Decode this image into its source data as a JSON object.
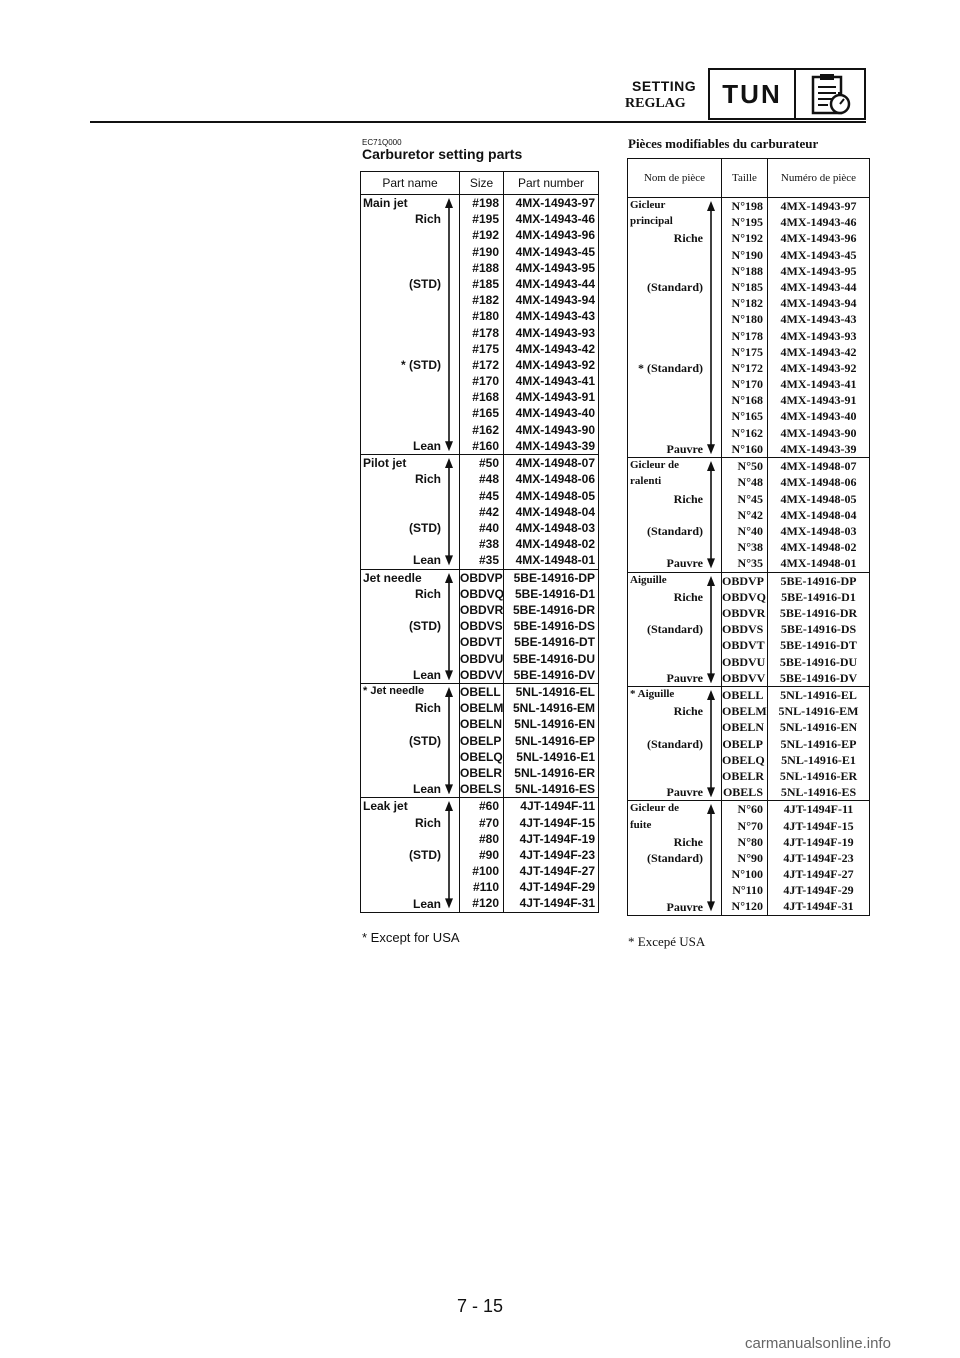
{
  "header": {
    "setting": "SETTING",
    "reglag": "REGLAG",
    "tun": "TUN"
  },
  "section_code": "EC71Q000",
  "title_en": "Carburetor setting parts",
  "title_fr": "Pièces modifiables du carburateur",
  "table_en": {
    "headers": [
      "Part name",
      "Size",
      "Part number"
    ],
    "groups": [
      {
        "name": "Main jet",
        "labels": [
          {
            "row": 1,
            "text": "Rich"
          },
          {
            "row": 5,
            "text": "(STD)"
          },
          {
            "row": 10,
            "text": "* (STD)"
          },
          {
            "row": 15,
            "text": "Lean"
          }
        ],
        "sizes": [
          "#198",
          "#195",
          "#192",
          "#190",
          "#188",
          "#185",
          "#182",
          "#180",
          "#178",
          "#175",
          "#172",
          "#170",
          "#168",
          "#165",
          "#162",
          "#160"
        ],
        "parts": [
          "4MX-14943-97",
          "4MX-14943-46",
          "4MX-14943-96",
          "4MX-14943-45",
          "4MX-14943-95",
          "4MX-14943-44",
          "4MX-14943-94",
          "4MX-14943-43",
          "4MX-14943-93",
          "4MX-14943-42",
          "4MX-14943-92",
          "4MX-14943-41",
          "4MX-14943-91",
          "4MX-14943-40",
          "4MX-14943-90",
          "4MX-14943-39"
        ]
      },
      {
        "name": "Pilot jet",
        "labels": [
          {
            "row": 1,
            "text": "Rich"
          },
          {
            "row": 4,
            "text": "(STD)"
          },
          {
            "row": 6,
            "text": "Lean"
          }
        ],
        "sizes": [
          "#50",
          "#48",
          "#45",
          "#42",
          "#40",
          "#38",
          "#35"
        ],
        "parts": [
          "4MX-14948-07",
          "4MX-14948-06",
          "4MX-14948-05",
          "4MX-14948-04",
          "4MX-14948-03",
          "4MX-14948-02",
          "4MX-14948-01"
        ]
      },
      {
        "name": "Jet needle",
        "labels": [
          {
            "row": 1,
            "text": "Rich"
          },
          {
            "row": 3,
            "text": "(STD)"
          },
          {
            "row": 6,
            "text": "Lean"
          }
        ],
        "sizes": [
          "OBDVP",
          "OBDVQ",
          "OBDVR",
          "OBDVS",
          "OBDVT",
          "OBDVU",
          "OBDVV"
        ],
        "parts": [
          "5BE-14916-DP",
          "5BE-14916-D1",
          "5BE-14916-DR",
          "5BE-14916-DS",
          "5BE-14916-DT",
          "5BE-14916-DU",
          "5BE-14916-DV"
        ]
      },
      {
        "name": "* Jet needle",
        "labels": [
          {
            "row": 1,
            "text": "Rich"
          },
          {
            "row": 3,
            "text": "(STD)"
          },
          {
            "row": 6,
            "text": "Lean"
          }
        ],
        "sizes": [
          "OBELL",
          "OBELM",
          "OBELN",
          "OBELP",
          "OBELQ",
          "OBELR",
          "OBELS"
        ],
        "parts": [
          "5NL-14916-EL",
          "5NL-14916-EM",
          "5NL-14916-EN",
          "5NL-14916-EP",
          "5NL-14916-E1",
          "5NL-14916-ER",
          "5NL-14916-ES"
        ]
      },
      {
        "name": "Leak jet",
        "labels": [
          {
            "row": 1,
            "text": "Rich"
          },
          {
            "row": 3,
            "text": "(STD)"
          },
          {
            "row": 6,
            "text": "Lean"
          }
        ],
        "sizes": [
          "#60",
          "#70",
          "#80",
          "#90",
          "#100",
          "#110",
          "#120"
        ],
        "parts": [
          "4JT-1494F-11",
          "4JT-1494F-15",
          "4JT-1494F-19",
          "4JT-1494F-23",
          "4JT-1494F-27",
          "4JT-1494F-29",
          "4JT-1494F-31"
        ]
      }
    ],
    "footnote": "* Except for USA"
  },
  "table_fr": {
    "headers": [
      "Nom de pièce",
      "Taille",
      "Numéro de pièce"
    ],
    "groups": [
      {
        "name_lines": [
          "Gicleur",
          "principal"
        ],
        "labels": [
          {
            "row": 2,
            "text": "Riche"
          },
          {
            "row": 5,
            "text": "(Standard)"
          },
          {
            "row": 10,
            "text": "* (Standard)"
          },
          {
            "row": 15,
            "text": "Pauvre"
          }
        ],
        "sizes": [
          "N°198",
          "N°195",
          "N°192",
          "N°190",
          "N°188",
          "N°185",
          "N°182",
          "N°180",
          "N°178",
          "N°175",
          "N°172",
          "N°170",
          "N°168",
          "N°165",
          "N°162",
          "N°160"
        ],
        "parts": [
          "4MX-14943-97",
          "4MX-14943-46",
          "4MX-14943-96",
          "4MX-14943-45",
          "4MX-14943-95",
          "4MX-14943-44",
          "4MX-14943-94",
          "4MX-14943-43",
          "4MX-14943-93",
          "4MX-14943-42",
          "4MX-14943-92",
          "4MX-14943-41",
          "4MX-14943-91",
          "4MX-14943-40",
          "4MX-14943-90",
          "4MX-14943-39"
        ]
      },
      {
        "name_lines": [
          "Gicleur de",
          "ralenti"
        ],
        "labels": [
          {
            "row": 2,
            "text": "Riche"
          },
          {
            "row": 4,
            "text": "(Standard)"
          },
          {
            "row": 6,
            "text": "Pauvre"
          }
        ],
        "sizes": [
          "N°50",
          "N°48",
          "N°45",
          "N°42",
          "N°40",
          "N°38",
          "N°35"
        ],
        "parts": [
          "4MX-14948-07",
          "4MX-14948-06",
          "4MX-14948-05",
          "4MX-14948-04",
          "4MX-14948-03",
          "4MX-14948-02",
          "4MX-14948-01"
        ]
      },
      {
        "name_lines": [
          "Aiguille"
        ],
        "labels": [
          {
            "row": 1,
            "text": "Riche"
          },
          {
            "row": 3,
            "text": "(Standard)"
          },
          {
            "row": 6,
            "text": "Pauvre"
          }
        ],
        "sizes": [
          "OBDVP",
          "OBDVQ",
          "OBDVR",
          "OBDVS",
          "OBDVT",
          "OBDVU",
          "OBDVV"
        ],
        "parts": [
          "5BE-14916-DP",
          "5BE-14916-D1",
          "5BE-14916-DR",
          "5BE-14916-DS",
          "5BE-14916-DT",
          "5BE-14916-DU",
          "5BE-14916-DV"
        ]
      },
      {
        "name_lines": [
          "* Aiguille"
        ],
        "labels": [
          {
            "row": 1,
            "text": "Riche"
          },
          {
            "row": 3,
            "text": "(Standard)"
          },
          {
            "row": 6,
            "text": "Pauvre"
          }
        ],
        "sizes": [
          "OBELL",
          "OBELM",
          "OBELN",
          "OBELP",
          "OBELQ",
          "OBELR",
          "OBELS"
        ],
        "parts": [
          "5NL-14916-EL",
          "5NL-14916-EM",
          "5NL-14916-EN",
          "5NL-14916-EP",
          "5NL-14916-E1",
          "5NL-14916-ER",
          "5NL-14916-ES"
        ]
      },
      {
        "name_lines": [
          "Gicleur de",
          "fuite"
        ],
        "labels": [
          {
            "row": 2,
            "text": "Riche"
          },
          {
            "row": 3,
            "text": "(Standard)"
          },
          {
            "row": 6,
            "text": "Pauvre"
          }
        ],
        "sizes": [
          "N°60",
          "N°70",
          "N°80",
          "N°90",
          "N°100",
          "N°110",
          "N°120"
        ],
        "parts": [
          "4JT-1494F-11",
          "4JT-1494F-15",
          "4JT-1494F-19",
          "4JT-1494F-23",
          "4JT-1494F-27",
          "4JT-1494F-29",
          "4JT-1494F-31"
        ]
      }
    ],
    "footnote": "* Excepé USA"
  },
  "page_number": "7 - 15",
  "watermark": "carmanualsonline.info"
}
